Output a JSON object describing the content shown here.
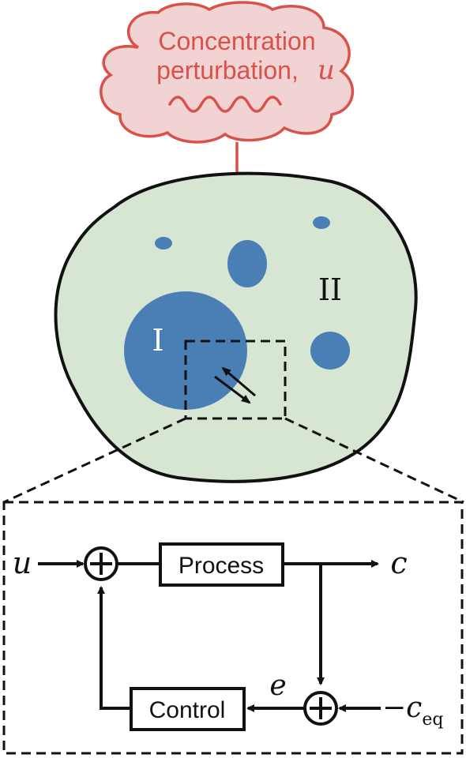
{
  "cloud": {
    "line1": "Concentration",
    "line2": "perturbation,",
    "var": "u",
    "fill": "#f2d3d3",
    "stroke": "#d9524a"
  },
  "cell": {
    "fill": "#d7e6d2",
    "droplet_color": "#4a7fb5",
    "phase_dense": "I",
    "phase_dilute": "II"
  },
  "block_diagram": {
    "input": "u",
    "process": "Process",
    "control": "Control",
    "output": "c",
    "error": "e",
    "setpoint_sign": "−",
    "setpoint": "c",
    "setpoint_sub": "eq"
  }
}
